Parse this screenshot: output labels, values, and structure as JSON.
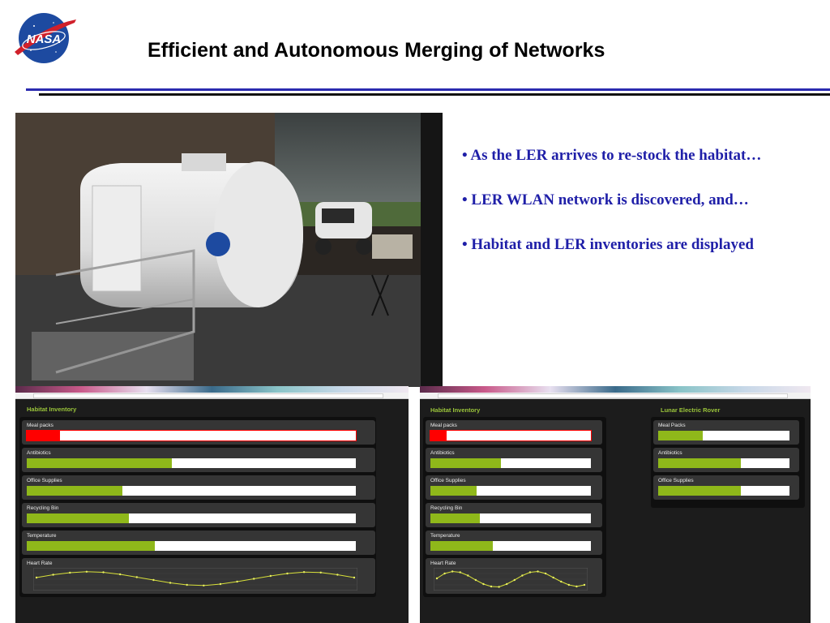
{
  "slide": {
    "title": "Efficient and Autonomous Merging of Networks",
    "bullets": [
      "•  As the LER arrives to re-stock the habitat…",
      "•  LER WLAN network is discovered, and…",
      "•  Habitat and LER inventories are displayed"
    ]
  },
  "logo": {
    "icon": "nasa-meatball-logo",
    "text": "NASA"
  },
  "colors": {
    "accent_green": "#8fb81a",
    "alert_red": "#ff0000",
    "title_blue": "#1f1fa8",
    "rule_blue": "#2b2bb0"
  },
  "left_screen": {
    "panel_title": "Habitat Inventory",
    "items": [
      {
        "label": "Meal packs",
        "level": 0.1,
        "status": "alert"
      },
      {
        "label": "Antibiotics",
        "level": 0.44,
        "status": "ok"
      },
      {
        "label": "Office Supplies",
        "level": 0.29,
        "status": "ok"
      },
      {
        "label": "Recycling Bin",
        "level": 0.31,
        "status": "ok"
      },
      {
        "label": "Temperature",
        "level": 0.39,
        "status": "ok"
      }
    ],
    "heart_rate_label": "Heart Rate"
  },
  "right_screen": {
    "panel_title": "Habitat Inventory",
    "items": [
      {
        "label": "Meal packs",
        "level": 0.1,
        "status": "alert"
      },
      {
        "label": "Antibiotics",
        "level": 0.44,
        "status": "ok"
      },
      {
        "label": "Office Supplies",
        "level": 0.29,
        "status": "ok"
      },
      {
        "label": "Recycling Bin",
        "level": 0.31,
        "status": "ok"
      },
      {
        "label": "Temperature",
        "level": 0.39,
        "status": "ok"
      }
    ],
    "heart_rate_label": "Heart Rate",
    "rover_title": "Lunar Electric Rover",
    "rover_items": [
      {
        "label": "Meal Packs",
        "level": 0.34,
        "status": "ok"
      },
      {
        "label": "Antibiotics",
        "level": 0.63,
        "status": "ok"
      },
      {
        "label": "Office Supplies",
        "level": 0.63,
        "status": "ok"
      }
    ]
  },
  "chart_data": [
    {
      "type": "line",
      "x": [
        0,
        1,
        2,
        3,
        4,
        5,
        6,
        7,
        8,
        9,
        10,
        11,
        12,
        13,
        14,
        15,
        16,
        17,
        18,
        19
      ],
      "values": [
        0.2,
        0.55,
        0.8,
        0.92,
        0.85,
        0.6,
        0.25,
        -0.1,
        -0.45,
        -0.7,
        -0.78,
        -0.6,
        -0.3,
        0.05,
        0.4,
        0.7,
        0.88,
        0.82,
        0.55,
        0.2
      ],
      "title": "",
      "xlabel": "",
      "ylabel": "",
      "ylim": [
        -1,
        1
      ],
      "grid": true
    },
    {
      "type": "line",
      "x": [
        0,
        1,
        2,
        3,
        4,
        5,
        6,
        7,
        8,
        9,
        10,
        11,
        12,
        13,
        14,
        15,
        16,
        17,
        18,
        19
      ],
      "values": [
        0.1,
        0.7,
        0.95,
        0.85,
        0.45,
        -0.1,
        -0.6,
        -0.9,
        -0.95,
        -0.6,
        -0.1,
        0.45,
        0.85,
        0.95,
        0.7,
        0.2,
        -0.3,
        -0.7,
        -0.9,
        -0.7
      ],
      "title": "",
      "xlabel": "",
      "ylabel": "",
      "ylim": [
        -1,
        1
      ],
      "grid": true
    }
  ]
}
